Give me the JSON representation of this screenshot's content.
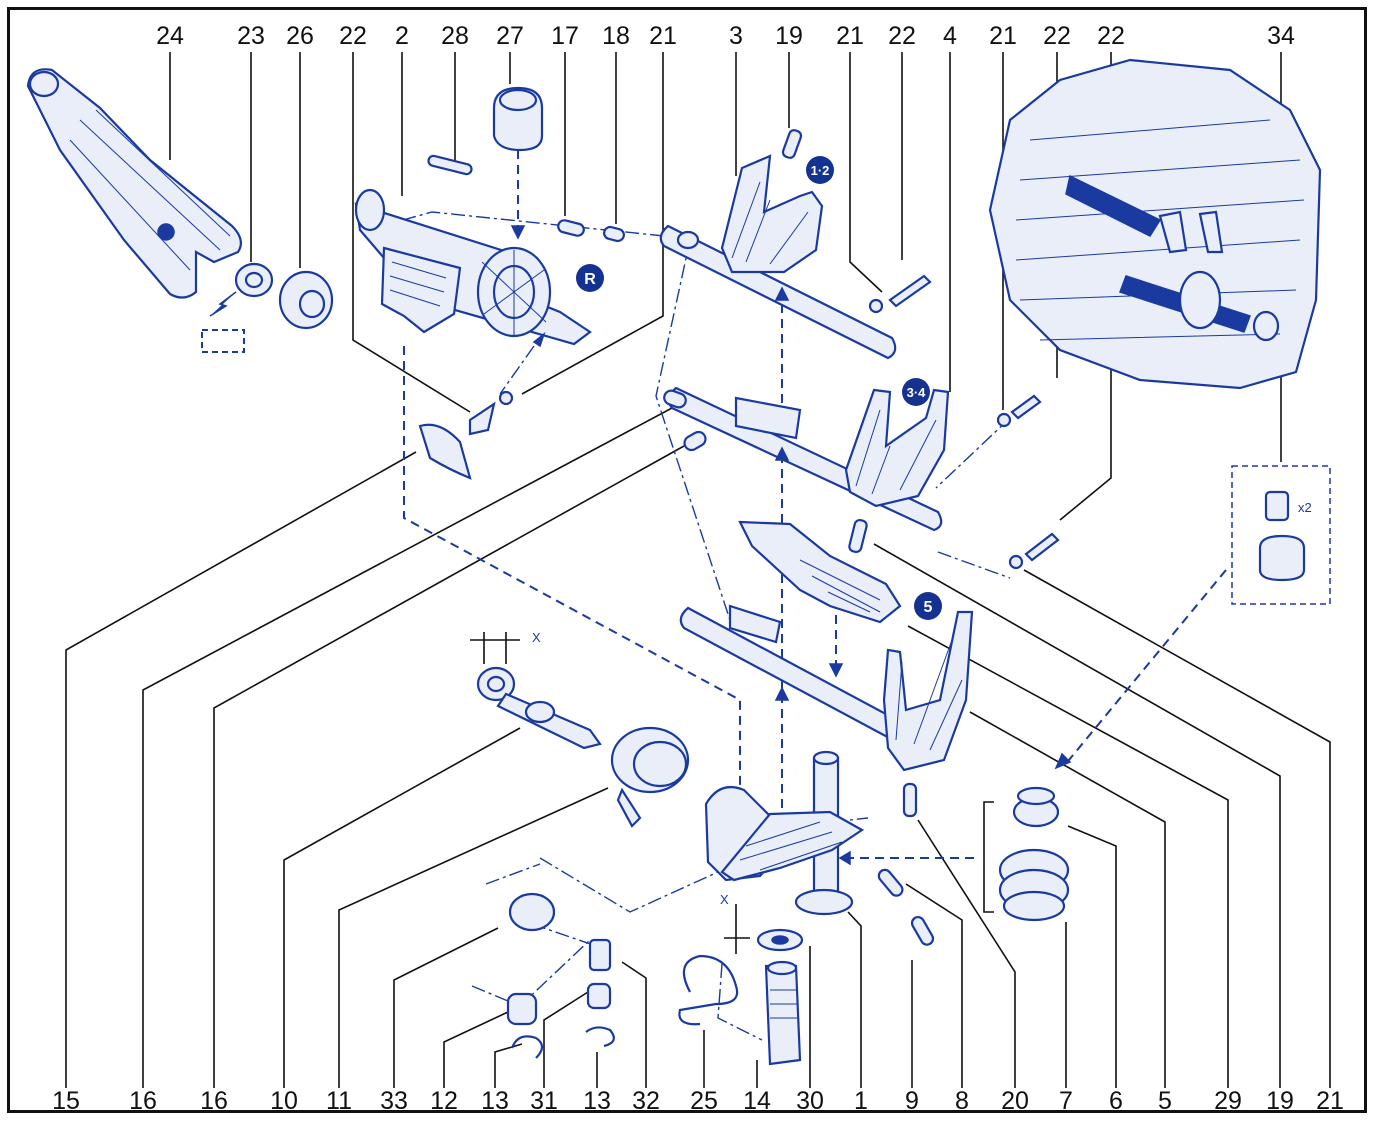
{
  "top_labels": [
    "24",
    "23",
    "26",
    "22",
    "2",
    "28",
    "27",
    "17",
    "18",
    "21",
    "3",
    "19",
    "21",
    "22",
    "4",
    "21",
    "22",
    "22",
    "34"
  ],
  "bottom_labels": [
    "15",
    "16",
    "16",
    "10",
    "11",
    "33",
    "12",
    "13",
    "31",
    "13",
    "32",
    "25",
    "14",
    "30",
    "1",
    "9",
    "8",
    "20",
    "7",
    "6",
    "5",
    "29",
    "19",
    "21"
  ],
  "selector_badges": {
    "fork_1_2": "1·2",
    "fork_3_4": "3·4",
    "fork_5": "5",
    "reverse": "R"
  },
  "annotations": {
    "clearance_x_top": "X",
    "clearance_x_bottom": "X",
    "bush_quantity": "x2"
  },
  "colors": {
    "ink": "#1a3aa0",
    "badge": "#14328f",
    "frame": "#111111"
  }
}
